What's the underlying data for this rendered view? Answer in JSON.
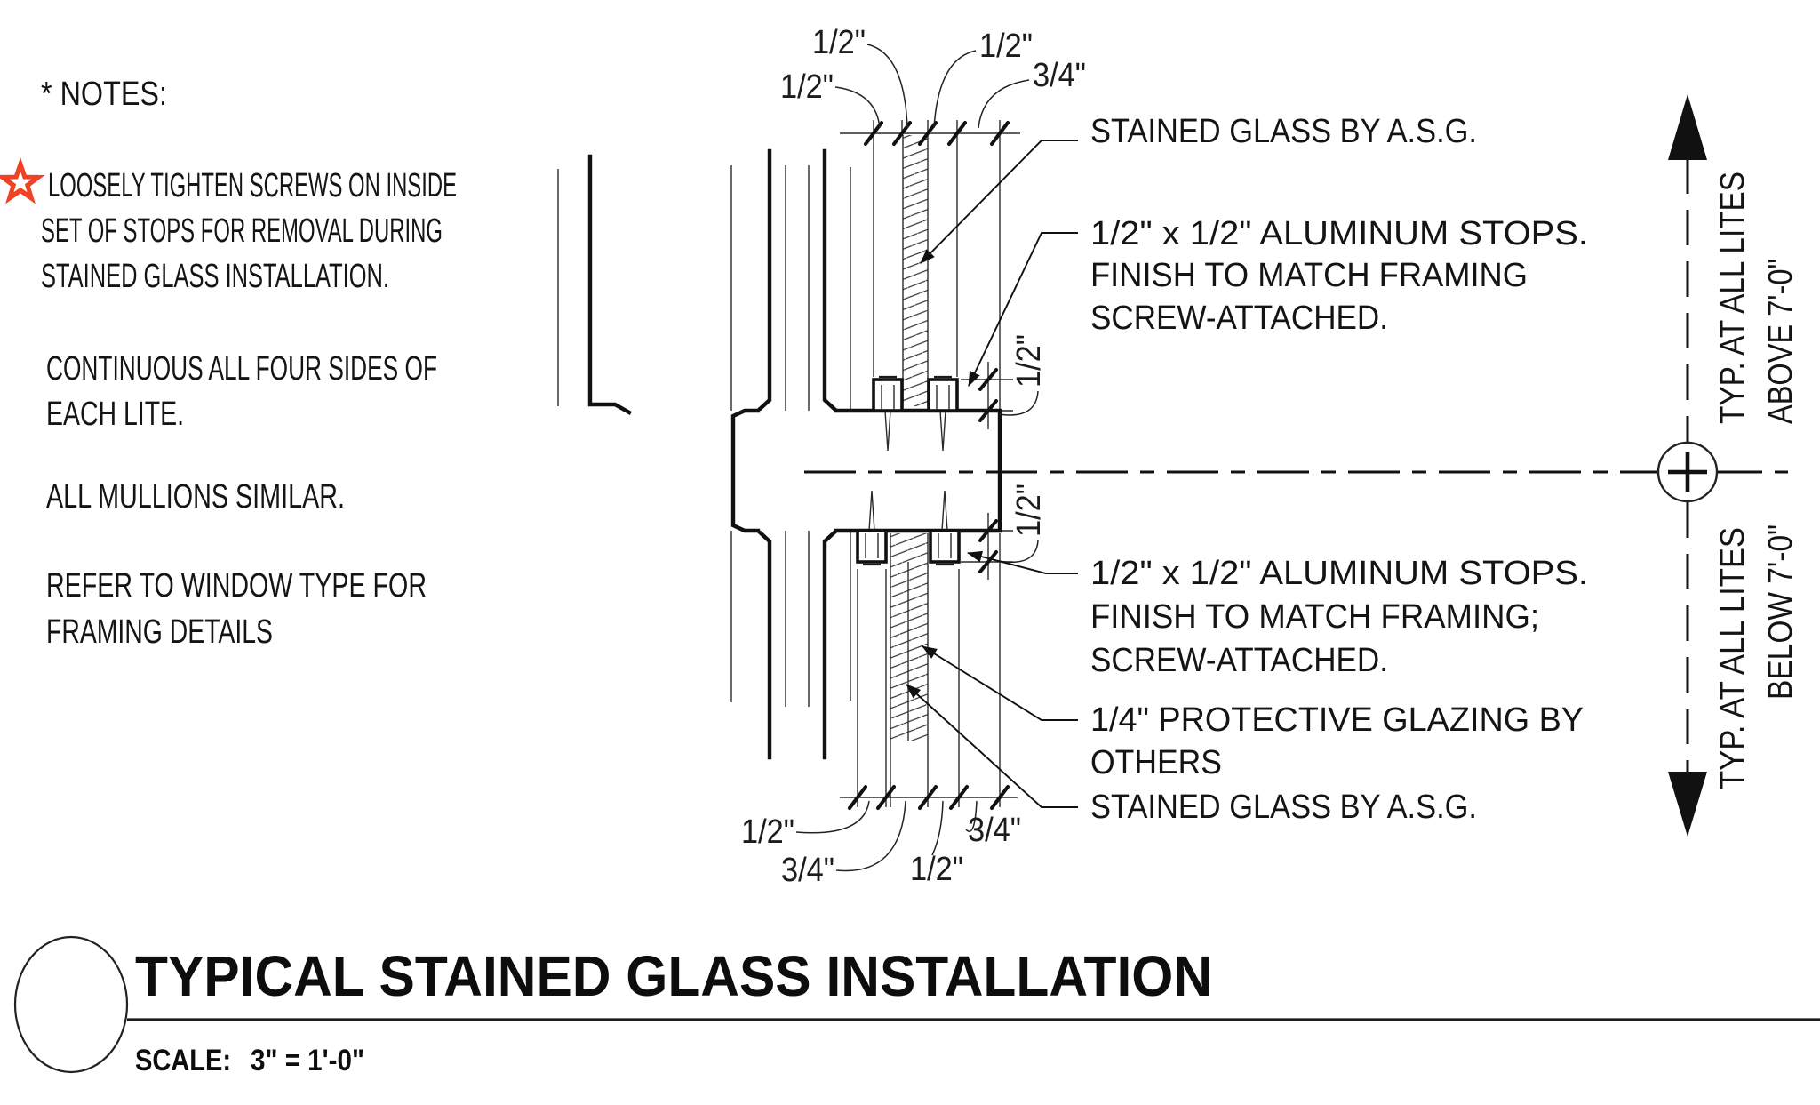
{
  "notes": {
    "heading": "* NOTES:",
    "note1_lines": [
      "LOOSELY TIGHTEN SCREWS ON INSIDE",
      "SET OF STOPS FOR REMOVAL DURING",
      "STAINED GLASS INSTALLATION."
    ],
    "note2_lines": [
      "CONTINUOUS ALL FOUR SIDES OF",
      "EACH LITE."
    ],
    "note3_lines": [
      "ALL MULLIONS SIMILAR."
    ],
    "note4_lines": [
      "REFER TO WINDOW TYPE FOR",
      "FRAMING DETAILS"
    ]
  },
  "dimensions": {
    "top": [
      "1/2\"",
      "1/2\"",
      "1/2\"",
      "3/4\""
    ],
    "bottom": [
      "1/2\"",
      "3/4\"",
      "1/2\"",
      "3/4\""
    ],
    "side_top": "1/2\"",
    "side_bottom": "1/2\""
  },
  "callouts": {
    "stained_glass_top": "STAINED GLASS BY A.S.G.",
    "aluminum_stops_top": [
      "1/2\" x 1/2\" ALUMINUM STOPS.",
      "FINISH TO MATCH FRAMING",
      "SCREW-ATTACHED."
    ],
    "aluminum_stops_bottom": [
      "1/2\" x 1/2\" ALUMINUM STOPS.",
      "FINISH TO MATCH FRAMING;",
      "SCREW-ATTACHED."
    ],
    "protective_glazing": [
      "1/4\" PROTECTIVE GLAZING BY",
      "OTHERS"
    ],
    "stained_glass_bottom": "STAINED GLASS BY A.S.G."
  },
  "section_marker": {
    "above": [
      "TYP. AT ALL LITES",
      "ABOVE 7'-0\""
    ],
    "below": [
      "TYP. AT ALL LITES",
      "BELOW 7'-0\""
    ]
  },
  "title_block": {
    "title": "TYPICAL STAINED GLASS INSTALLATION",
    "scale_label": "SCALE:",
    "scale_value": "3\" = 1'-0\""
  },
  "colors": {
    "line": "#1a1a1a",
    "star_red": "#ef4323"
  }
}
